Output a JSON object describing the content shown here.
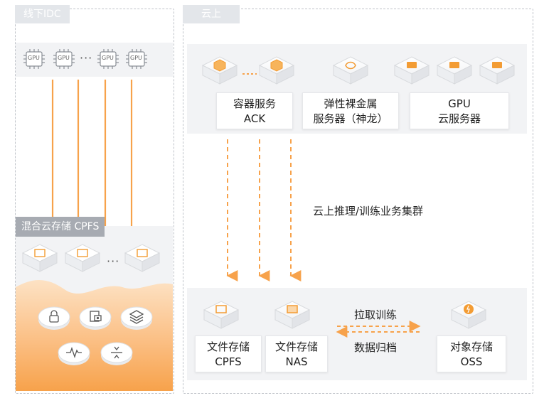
{
  "zones": {
    "onprem_tag": "线下IDC",
    "cloud_tag": "云上"
  },
  "onprem": {
    "gpu_chips": [
      "GPU",
      "GPU",
      "GPU",
      "GPU"
    ],
    "ellipsis": "···",
    "hybrid_label": "混合云存储 CPFS",
    "nodes_ellipsis": "···",
    "feature_icons": [
      "lock-icon",
      "snapshot-icon",
      "layers-icon",
      "pulse-icon",
      "compress-icon"
    ]
  },
  "cloud": {
    "compute": [
      {
        "label_line1": "容器服务",
        "label_line2": "ACK",
        "icon": "kubernetes-icon"
      },
      {
        "label_line1": "弹性裸金属",
        "label_line2": "服务器（神龙）",
        "icon": "dragon-icon"
      },
      {
        "label_line1": "GPU",
        "label_line2": "云服务器",
        "icon": "gpu-server-icon"
      }
    ],
    "cluster_label": "云上推理/训练业务集群",
    "storage": [
      {
        "label_line1": "文件存储",
        "label_line2": "CPFS",
        "icon": "file-storage-icon"
      },
      {
        "label_line1": "文件存储",
        "label_line2": "NAS",
        "icon": "nas-icon"
      },
      {
        "label_line1": "对象存储",
        "label_line2": "OSS",
        "icon": "oss-icon"
      }
    ],
    "pull_label": "拉取训练",
    "archive_label": "数据归档"
  },
  "colors": {
    "accent": "#f7a24b",
    "icon_orange": "#f39c34",
    "panel_bg": "#f2f3f5",
    "dash": "#bfc3c9"
  }
}
